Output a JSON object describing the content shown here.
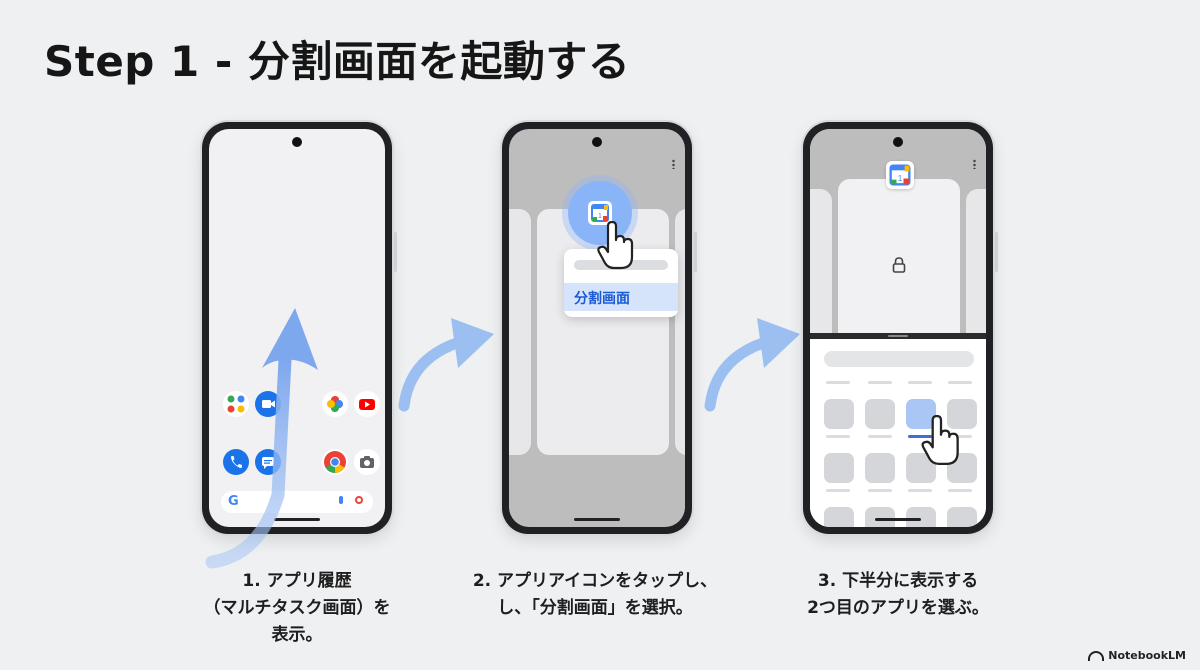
{
  "title": "Step 1 - 分割画面を起動する",
  "steps": [
    {
      "caption_lines": [
        "1. アプリ履歴",
        "（マルチタスク画面）を",
        "表示。"
      ]
    },
    {
      "caption_lines": [
        "2. アプリアイコンをタップし、",
        "し、「分割画面」を選択。"
      ],
      "menu_item": "分割画面"
    },
    {
      "caption_lines": [
        "3. 下半分に表示する",
        "2つ目のアプリを選ぶ。"
      ]
    }
  ],
  "brand": "NotebookLM",
  "colors": {
    "accent": "#8ab4f8",
    "arrow": "#9cbff2",
    "background": "#eef0f2",
    "menu_highlight": "#d6e4fb",
    "menu_text": "#1a5ad6"
  }
}
